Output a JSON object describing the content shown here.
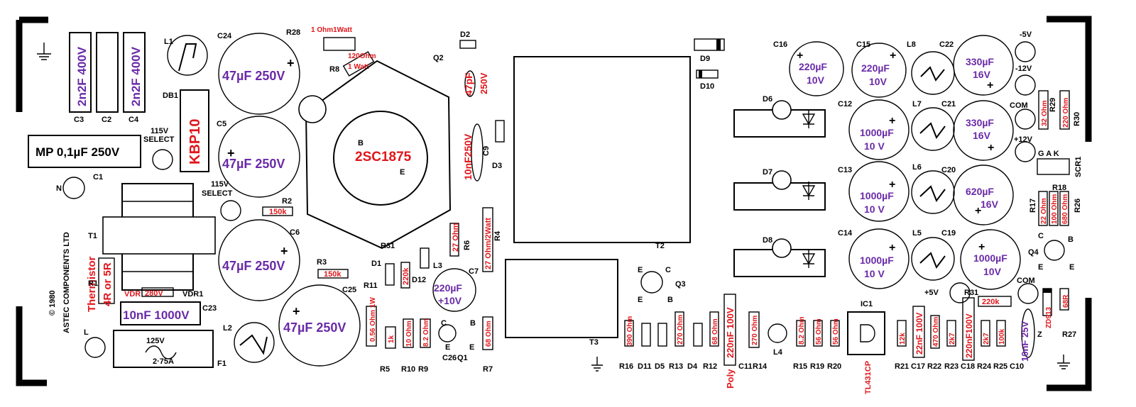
{
  "silkscreen": {
    "C24": "C24",
    "R28": "R28",
    "D2": "D2",
    "Q2": "Q2",
    "L1": "L1",
    "DB1": "DB1",
    "C3": "C3",
    "C2": "C2",
    "C4": "C4",
    "C5": "C5",
    "C1": "C1",
    "N": "N",
    "T1": "T1",
    "R8": "R8",
    "C9": "C9",
    "D3": "D3",
    "R2": "R2",
    "R3": "R3",
    "R31a": "R31",
    "R6": "R6",
    "R4": "R4",
    "D1": "D1",
    "L3": "L3",
    "R11": "R11",
    "D12": "D12",
    "C7": "C7",
    "C6": "C6",
    "C25": "C25",
    "C23": "C23",
    "L2": "L2",
    "F1": "F1",
    "L": "L",
    "VDR": "VDR",
    "VDR1": "VDR1",
    "R1": "R1",
    "R5": "R5",
    "R10": "R10",
    "R9": "R9",
    "C26": "C26",
    "Q1": "Q1",
    "C_pin": "C",
    "E_pin": "E",
    "B_pin": "B",
    "R7": "R7",
    "T2": "T2",
    "T3": "T3",
    "D9": "D9",
    "D10": "D10",
    "Q3": "Q3",
    "R16": "R16",
    "D11": "D11",
    "D5": "D5",
    "R13": "R13",
    "D4": "D4",
    "R12": "R12",
    "C11": "C11",
    "R14": "R14",
    "L4": "L4",
    "R15": "R15",
    "R19": "R19",
    "R20": "R20",
    "IC1": "IC1",
    "R21": "R21",
    "C17": "C17",
    "R22": "R22",
    "R23": "R23",
    "C18": "C18",
    "R24": "R24",
    "R25": "R25",
    "C10": "C10",
    "D6": "D6",
    "D7": "D7",
    "D8": "D8",
    "C16": "C16",
    "C15": "C15",
    "L8": "L8",
    "C22": "C22",
    "C12": "C12",
    "L7": "L7",
    "C21": "C21",
    "C13": "C13",
    "L6": "L6",
    "C20": "C20",
    "C14": "C14",
    "L5": "L5",
    "C19": "C19",
    "m5V": "-5V",
    "m12V": "-12V",
    "COM": "COM",
    "p12V": "+12V",
    "p5V": "+5V",
    "COM2": "COM",
    "R29": "R29",
    "R30": "R30",
    "SCR1": "SCR1",
    "GAK": "G A K",
    "R17": "R17",
    "R18": "R18",
    "R26": "R26",
    "Q4": "Q4",
    "R31b": "R31",
    "ZD913": "ZD913",
    "R27": "R27",
    "Z": "Z",
    "sel1": "115V",
    "sel1b": "SELECT",
    "sel2": "115V",
    "sel2b": "SELECT",
    "fuse_v": "125V",
    "fuse_a": "2·75A",
    "maker_year": "© 1980",
    "maker": "ASTEC COMPONENTS LTD",
    "q_b": "B",
    "q_e": "E",
    "q3_e1": "E",
    "q3_c": "C",
    "q3_e2": "E",
    "q3_b": "B",
    "q4_c": "C",
    "q4_b": "B",
    "q4_e": "E",
    "q4_e2": "E"
  },
  "annotations": {
    "c3": "2n2F 400V",
    "c4": "2n2F 400V",
    "c24": "47µF 250V",
    "c5": "47µF 250V",
    "c6": "47µF 250V",
    "c25": "47µF 250V",
    "c1": "MP 0,1µF 250V",
    "db1": "KBP10",
    "q2": "2SC1875",
    "r28": "1 Ohm1Watt",
    "r8a": "120Ohm",
    "r8b": "1 Watt",
    "c9": "10nF250V",
    "c47": "47pF",
    "c47v": "250V",
    "r2": "150k",
    "r3": "150k",
    "r6": "27 Ohm",
    "r4": "27 Ohm/2Watt",
    "therm": "Thermistor",
    "therm2": "4R or 5R",
    "vdr": "280V",
    "c23": "10nF 1000V",
    "r31": "220k",
    "r11": "0.56 Ohm 1W",
    "c7a": "220µF",
    "c7b": "+10V",
    "r5": "1k",
    "r10": "10 Ohm",
    "r9": "8.2 Ohm",
    "r7": "68 Ohm",
    "r16": "390 Ohm",
    "r13": "270 Ohm",
    "r12": "68 Ohm",
    "c11": "220nF 100V",
    "poly": "Poly",
    "r14": "270 Ohm",
    "r15": "8.2 Ohm",
    "r19": "56 Ohm",
    "r20": "56 Ohm",
    "ic1": "TL431CP",
    "r21": "12k",
    "c17": "22nF 100V",
    "r22": "470 Ohm",
    "r23": "2k7",
    "c18": "220nF100V",
    "r24": "2k7",
    "r25": "100k",
    "c10": "10nF 25V",
    "c16a": "220µF",
    "c16b": "10V",
    "c15a": "220µF",
    "c15b": "10V",
    "c22a": "330µF",
    "c22b": "16V",
    "c12a": "1000µF",
    "c12b": "10 V",
    "c21a": "330µF",
    "c21b": "16V",
    "c13a": "1000µF",
    "c13b": "10 V",
    "c20a": "620µF",
    "c20b": "16V",
    "c14a": "1000µF",
    "c14b": "10 V",
    "c19a": "1000µF",
    "c19b": "10V",
    "r29": "32 Ohm",
    "r30": "220 Ohm",
    "r17": "22 Ohm",
    "r18": "100 Ohm",
    "r26": "680 Ohm",
    "r31b": "220k",
    "r27": "68R"
  }
}
